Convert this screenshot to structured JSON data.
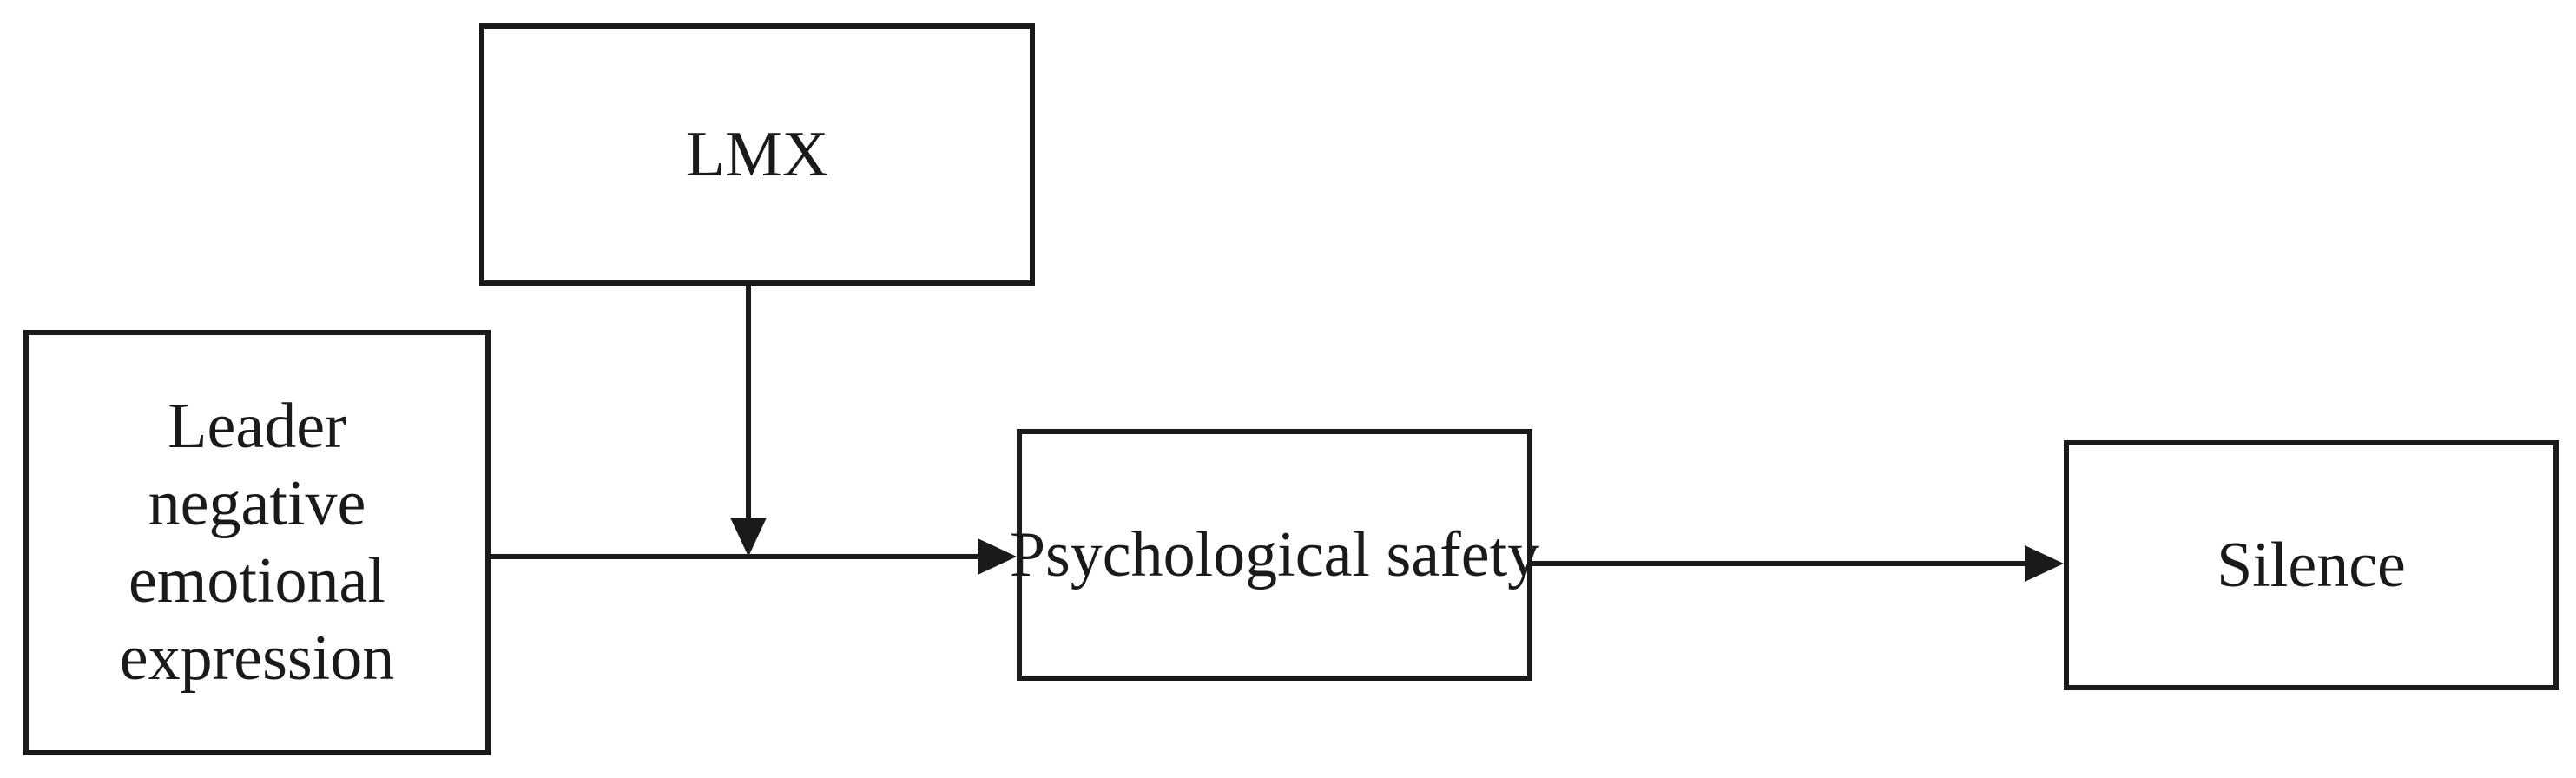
{
  "diagram": {
    "nodes": {
      "lmx": {
        "label": "LMX"
      },
      "leader": {
        "label": "Leader\nnegative\nemotional\nexpression"
      },
      "psych": {
        "label": "Psychological\nsafety"
      },
      "silence": {
        "label": "Silence"
      }
    },
    "edges": [
      {
        "from": "leader",
        "to": "psych"
      },
      {
        "from": "lmx",
        "to": "leader-psych-edge"
      },
      {
        "from": "psych",
        "to": "silence"
      }
    ]
  }
}
